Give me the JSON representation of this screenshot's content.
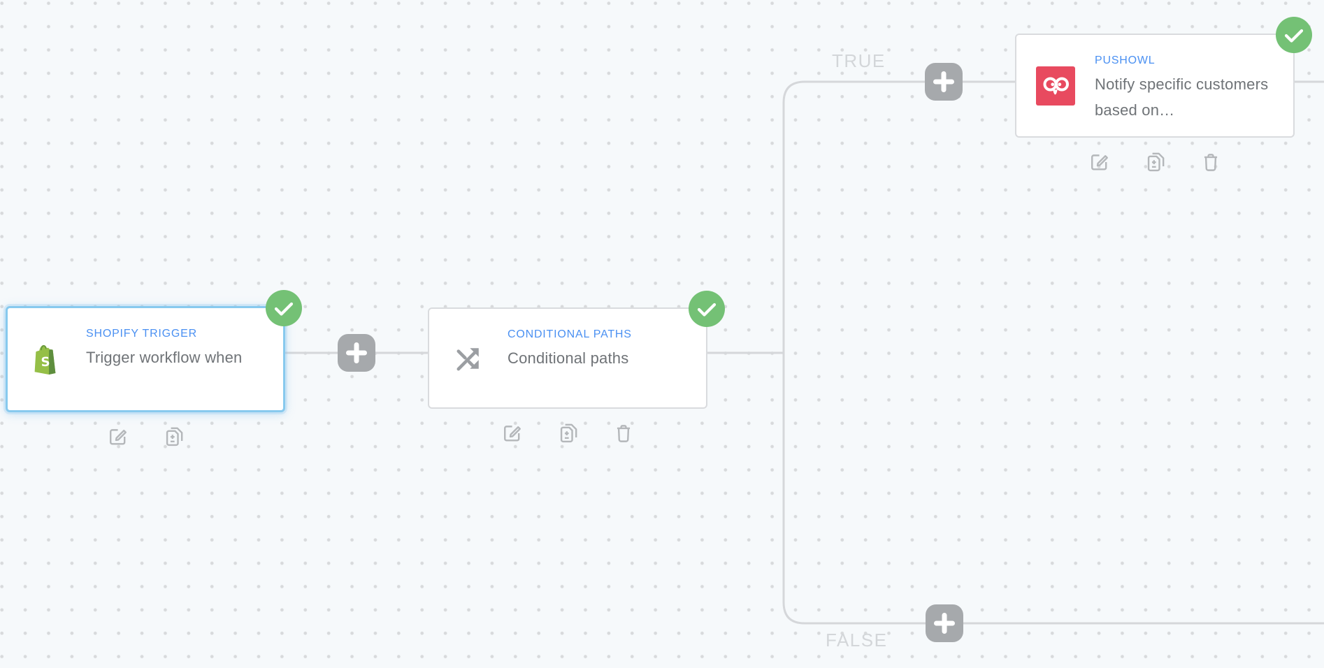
{
  "branch_labels": {
    "true": "TRUE",
    "false": "FALSE"
  },
  "nodes": [
    {
      "app_label": "SHOPIFY TRIGGER",
      "title": "Trigger workflow when",
      "selected": true,
      "status": "success-check",
      "actions": [
        "edit",
        "duplicate"
      ]
    },
    {
      "app_label": "CONDITIONAL PATHS",
      "title": "Conditional paths",
      "selected": false,
      "status": "success-check",
      "actions": [
        "edit",
        "duplicate",
        "delete"
      ]
    },
    {
      "app_label": "PUSHOWL",
      "title": "Notify specific customers based on…",
      "selected": false,
      "status": "success-check",
      "actions": [
        "edit",
        "duplicate",
        "delete"
      ]
    }
  ],
  "icons": {
    "status": "check-icon",
    "add_step": "plus-icon",
    "actions": [
      "edit-icon",
      "duplicate-icon",
      "delete-icon"
    ],
    "node_icons": [
      "shopify-bag-icon",
      "shuffle-arrows-icon",
      "pushowl-owl-icon"
    ]
  },
  "colors": {
    "canvas_background": "#f6f9fb",
    "grid_dot": "#d8dadc",
    "connector": "#d5d7da",
    "node_border": "#d9dbde",
    "selected_node_border": "#87c9ee",
    "app_label_blue": "#4a90f2",
    "title_gray": "#6f7377",
    "success_green": "#74c175",
    "add_button_gray": "#a6a9ac",
    "branch_label_gray": "#d3d6d9",
    "pushowl_pink": "#e84a5f",
    "shopify_green": "#95bf47",
    "shopify_dark_green": "#5e8e3e"
  }
}
